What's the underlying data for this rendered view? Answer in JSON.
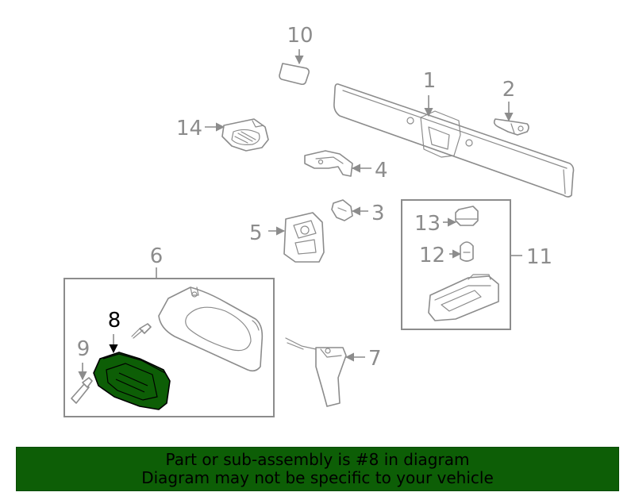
{
  "colors": {
    "highlight": "#0d5e06",
    "line": "#8c8c8c",
    "banner_bg": "#0d5e06",
    "banner_text": "#000000"
  },
  "highlighted_part": "8",
  "callouts": {
    "c1": "1",
    "c2": "2",
    "c3": "3",
    "c4": "4",
    "c5": "5",
    "c6": "6",
    "c7": "7",
    "c8": "8",
    "c9": "9",
    "c10": "10",
    "c11": "11",
    "c12": "12",
    "c13": "13",
    "c14": "14"
  },
  "banner": {
    "line1": "Part or sub-assembly is #8 in diagram",
    "line2": "Diagram may not be specific to your vehicle"
  }
}
